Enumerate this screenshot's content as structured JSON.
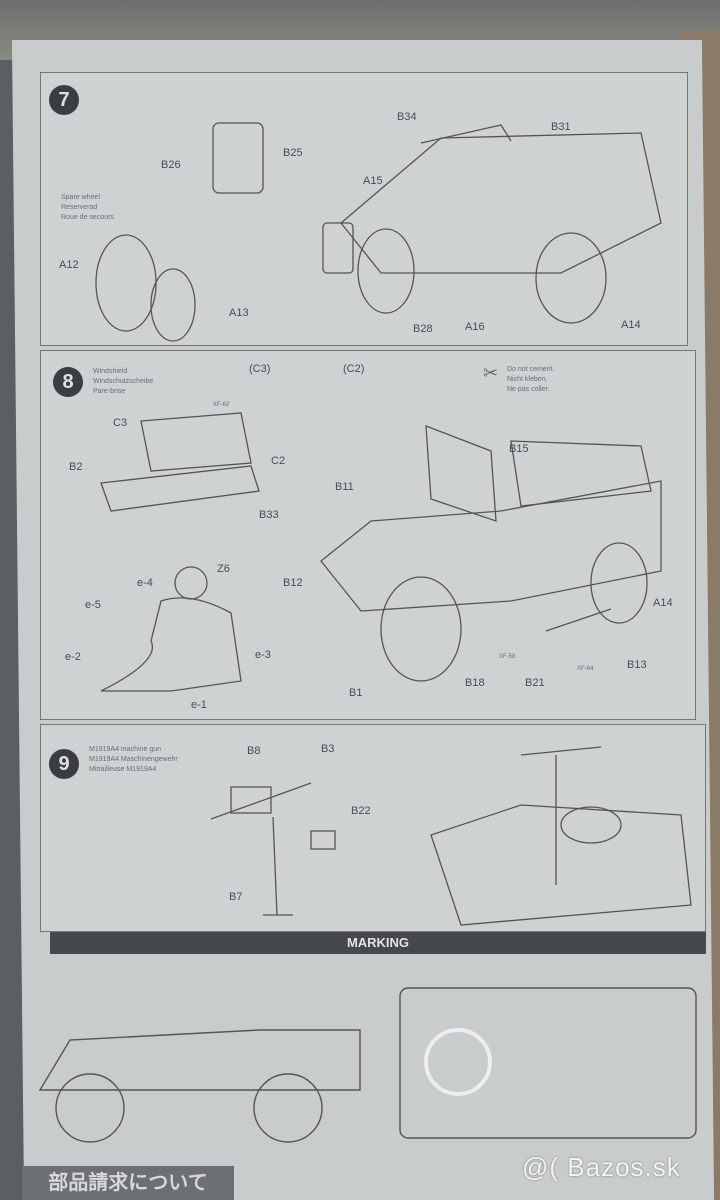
{
  "step7": {
    "number": "7",
    "spare_wheel": [
      "Spare wheel",
      "Reserverad",
      "Roue de secours"
    ],
    "labels": [
      "B26",
      "B25",
      "A12",
      "A13",
      "B34",
      "B31",
      "A15",
      "B28",
      "A16",
      "A14"
    ]
  },
  "step8": {
    "number": "8",
    "title": [
      "Windshield",
      "Windschutzscheibe",
      "Pare-brise"
    ],
    "refs": [
      "(C3)",
      "(C2)"
    ],
    "note": [
      "Do not cement.",
      "Nicht kleben.",
      "Ne pas coller."
    ],
    "labels": [
      "C3",
      "C2",
      "B2",
      "B33",
      "XF-62",
      "B11",
      "B15",
      "B12",
      "A14",
      "B13",
      "B18",
      "B21",
      "B1",
      "Z6",
      "e-4",
      "e-5",
      "e-2",
      "e-1",
      "e-3",
      "XF-58",
      "XF-64"
    ]
  },
  "step9": {
    "number": "9",
    "title": [
      "M1919A4 machine gun",
      "M1919A4 Maschinengewehr",
      "Mitrailleuse M1919A4"
    ],
    "labels": [
      "B8",
      "B3",
      "B22",
      "B7"
    ]
  },
  "marking": {
    "title": "MARKING"
  },
  "footer": {
    "parts_request": "部品請求について"
  },
  "watermark": "@( Bazos.sk"
}
